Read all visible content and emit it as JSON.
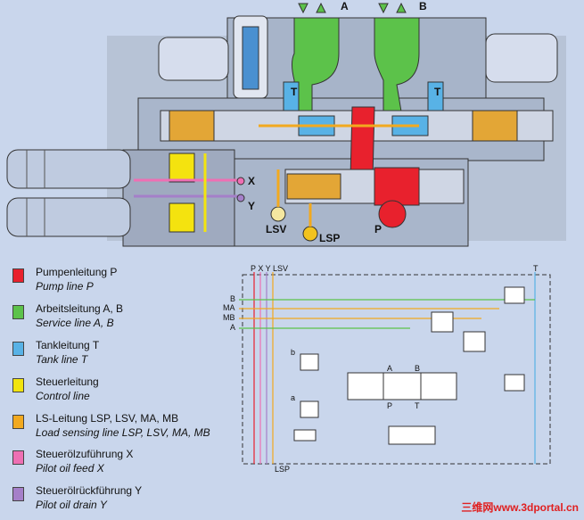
{
  "valve": {
    "port_a": "A",
    "port_b": "B",
    "port_t_left": "T",
    "port_t_right": "T",
    "port_x": "X",
    "port_y": "Y",
    "port_p": "P",
    "ls_v": "LSV",
    "ls_p": "LSP"
  },
  "legend": [
    {
      "de": "Pumpenleitung P",
      "en": "Pump line P",
      "color": "#e8212d"
    },
    {
      "de": "Arbeitsleitung A, B",
      "en": "Service line A, B",
      "color": "#5cc24a"
    },
    {
      "de": "Tankleitung T",
      "en": "Tank line T",
      "color": "#58b2e6"
    },
    {
      "de": "Steuerleitung",
      "en": "Control line",
      "color": "#f2e40f"
    },
    {
      "de": "LS-Leitung LSP, LSV, MA, MB",
      "en": "Load sensing line LSP, LSV, MA, MB",
      "color": "#f2a91f"
    },
    {
      "de": "Steuerölzuführung X",
      "en": "Pilot oil feed X",
      "color": "#ee6fb3"
    },
    {
      "de": "Steuerölrückführung Y",
      "en": "Pilot oil drain Y",
      "color": "#a57fc9"
    }
  ],
  "schematic": {
    "top_ports": "P X Y LSV",
    "t_label": "T",
    "left_ports": [
      "B",
      "MA",
      "MB",
      "A"
    ],
    "a_label": "A",
    "b_label": "B",
    "p_label": "P",
    "t_lower": "T",
    "sol_a": "a",
    "sol_b": "b",
    "lsp": "LSP"
  },
  "watermark": "三维网www.3dportal.cn"
}
